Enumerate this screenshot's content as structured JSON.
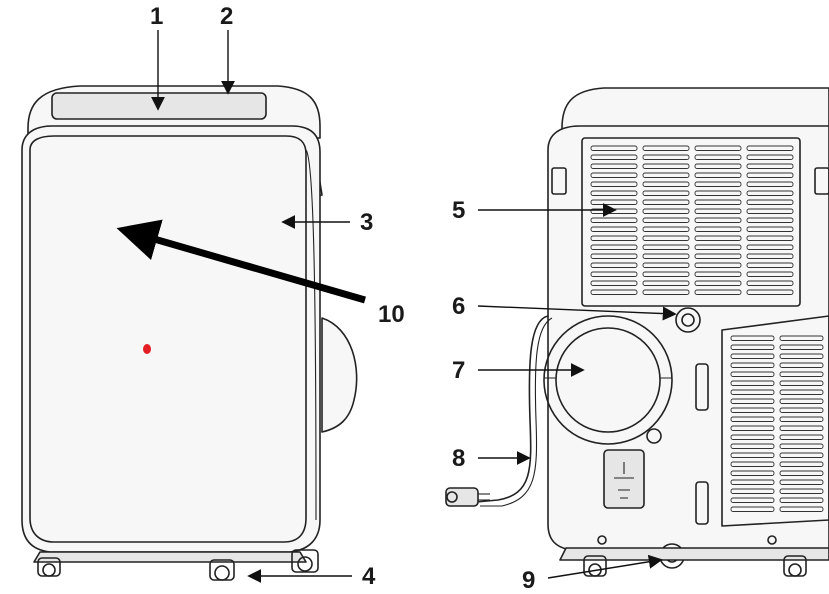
{
  "callouts": {
    "c1": "1",
    "c2": "2",
    "c3": "3",
    "c4": "4",
    "c5": "5",
    "c6": "6",
    "c7": "7",
    "c8": "8",
    "c9": "9",
    "c10": "10"
  },
  "colors": {
    "outline": "#222222",
    "indicator": "#e31e24",
    "background": "#ffffff"
  }
}
